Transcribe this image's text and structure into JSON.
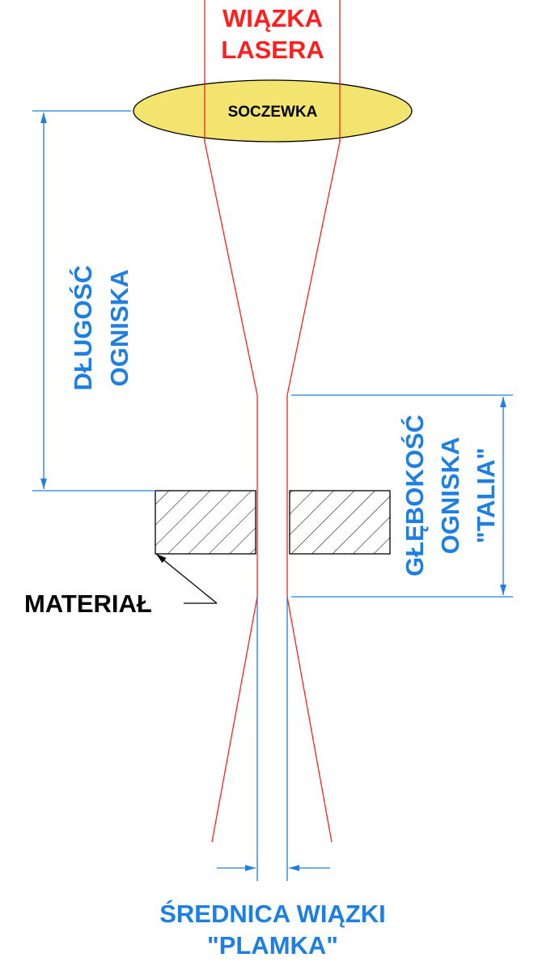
{
  "colors": {
    "beam": "#ff1f1f",
    "dimension": "#1f7fe0",
    "material_label": "#000000",
    "lens_fill": "#f2e46e",
    "lens_stroke": "#000000",
    "hatch": "#000000"
  },
  "labels": {
    "beam_line1": "WIĄZKA",
    "beam_line2": "LASERA",
    "lens": "SOCZEWKA",
    "focal_length_line1": "DŁUGOŚĆ",
    "focal_length_line2": "OGNISKA",
    "focal_depth_line1": "GŁĘBOKOŚĆ",
    "focal_depth_line2": "OGNISKA",
    "focal_depth_line3": "\"TALIA\"",
    "material": "MATERIAŁ",
    "diameter_line1": "ŚREDNICA WIĄZKI",
    "diameter_line2": "\"PLAMKA\""
  }
}
